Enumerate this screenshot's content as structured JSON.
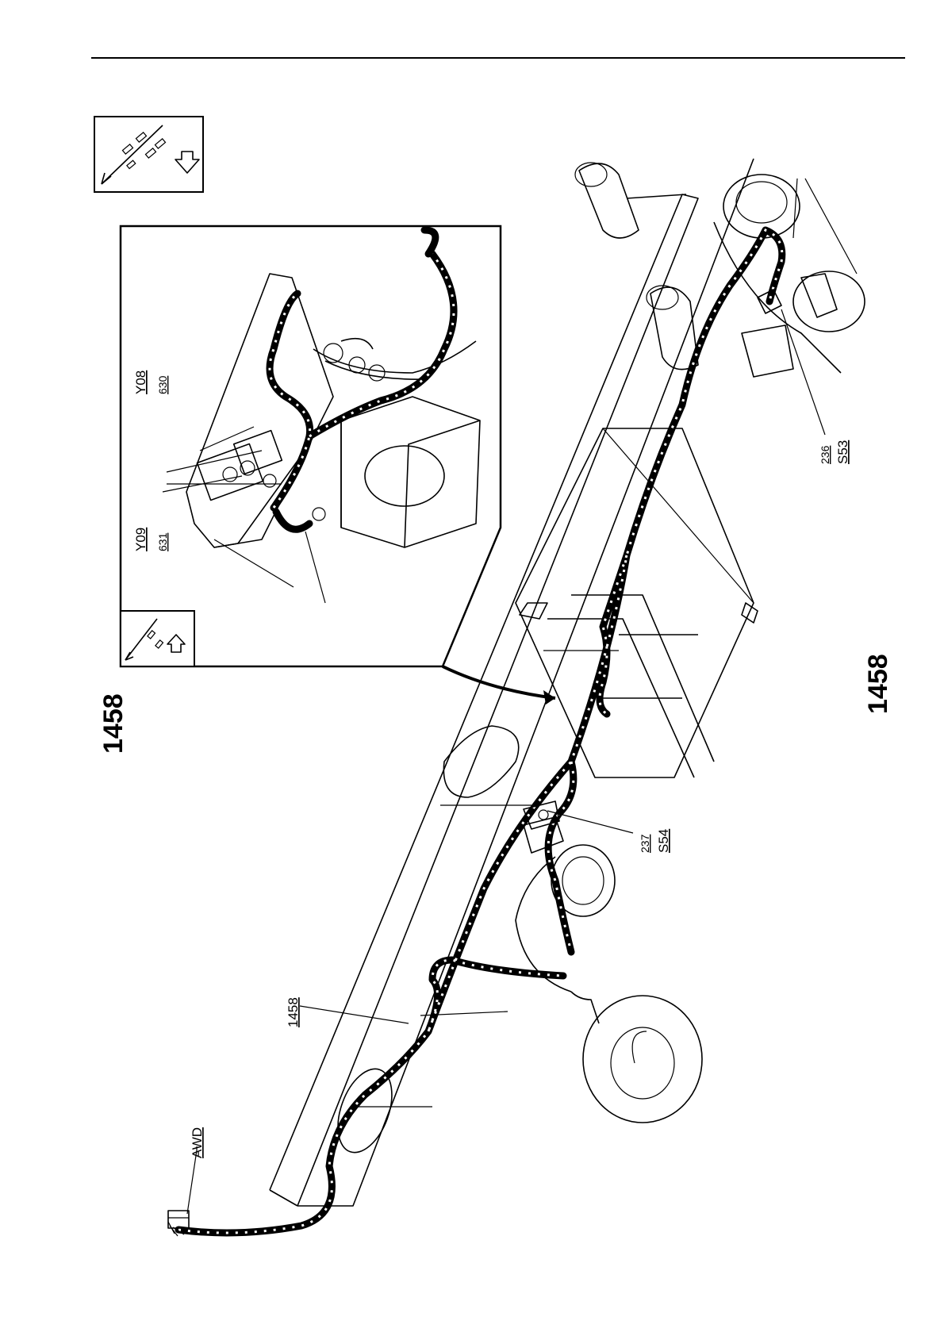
{
  "page": {
    "figure_number_left": "1458",
    "figure_number_right": "1458"
  },
  "callouts": {
    "harness": "1458",
    "connector": "AWD",
    "valve_y08_code": "Y08",
    "valve_y08_num": "630",
    "valve_y09_code": "Y09",
    "valve_y09_num": "631",
    "sensor_rear_num": "236",
    "sensor_rear_code": "S53",
    "sensor_front_num": "237",
    "sensor_front_code": "S54"
  },
  "colors": {
    "ink": "#000000",
    "paper": "#ffffff"
  },
  "icons": [
    "vehicle-orientation-icon",
    "vehicle-orientation-inset-icon",
    "arrow-up-icon"
  ]
}
